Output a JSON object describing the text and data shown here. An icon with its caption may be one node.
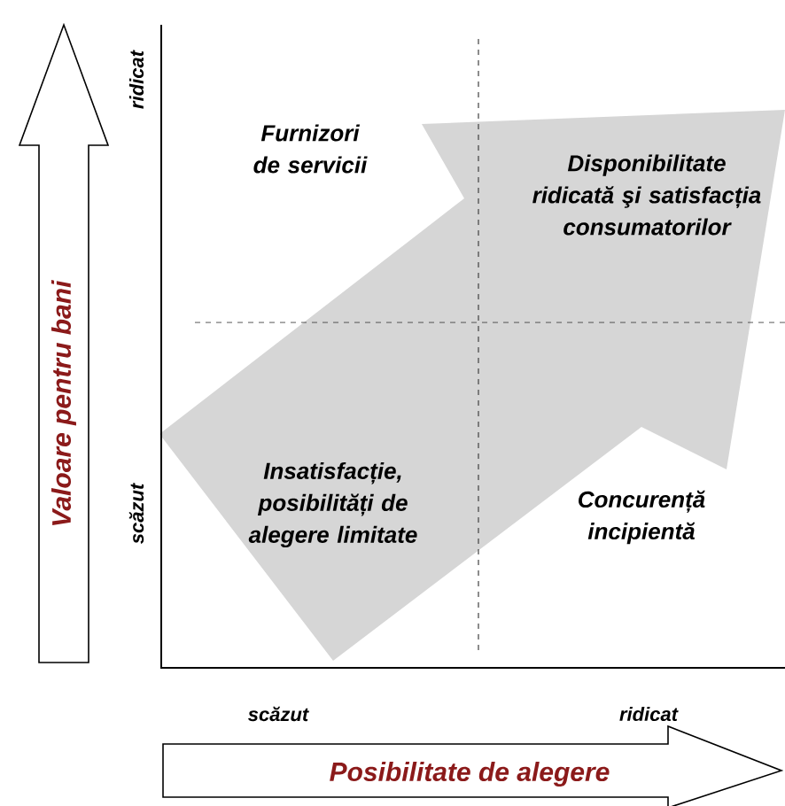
{
  "diagram": {
    "nodes": [
      {
        "text": [
          "Valoare pentru bani"
        ]
      },
      {
        "text": [
          "Posibilitate de alegere"
        ]
      }
    ],
    "labels": [
      "ridicat",
      "Furnizori de servicii",
      "Disponibilitate ridicată şi satisfacția consumatorilor",
      "scăzut",
      "Insatisfacție, posibilități de alegere limitate",
      "Concurență incipientă",
      "scăzut",
      "ridicat"
    ]
  }
}
